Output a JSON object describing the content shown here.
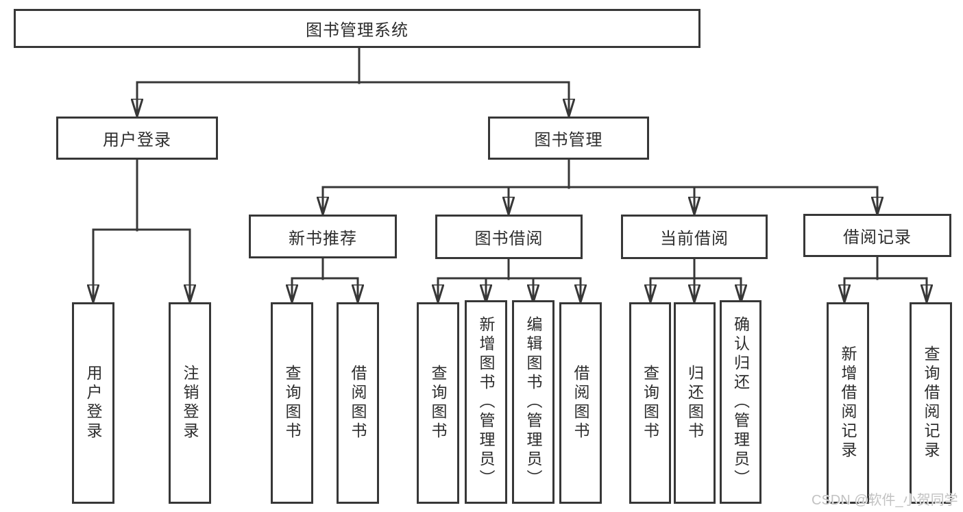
{
  "diagram_type": "tree",
  "root": {
    "label": "图书管理系统",
    "children": [
      {
        "label": "用户登录",
        "children": [
          {
            "label": "用户登录"
          },
          {
            "label": "注销登录"
          }
        ]
      },
      {
        "label": "图书管理",
        "children": [
          {
            "label": "新书推荐",
            "children": [
              {
                "label": "查询图书"
              },
              {
                "label": "借阅图书"
              }
            ]
          },
          {
            "label": "图书借阅",
            "children": [
              {
                "label": "查询图书"
              },
              {
                "label": "新增图书（管理员）"
              },
              {
                "label": "编辑图书（管理员）"
              },
              {
                "label": "借阅图书"
              }
            ]
          },
          {
            "label": "当前借阅",
            "children": [
              {
                "label": "查询图书"
              },
              {
                "label": "归还图书"
              },
              {
                "label": "确认归还（管理员）"
              }
            ]
          },
          {
            "label": "借阅记录",
            "children": [
              {
                "label": "新增借阅记录"
              },
              {
                "label": "查询借阅记录"
              }
            ]
          }
        ]
      }
    ]
  },
  "watermark": "CSDN @软件_小贺同学",
  "colors": {
    "line": "#373737",
    "box_border": "#373737",
    "box_fill": "#ffffff",
    "text": "#2d2d2d",
    "watermark": "#c2c2c2",
    "background": "#ffffff"
  }
}
